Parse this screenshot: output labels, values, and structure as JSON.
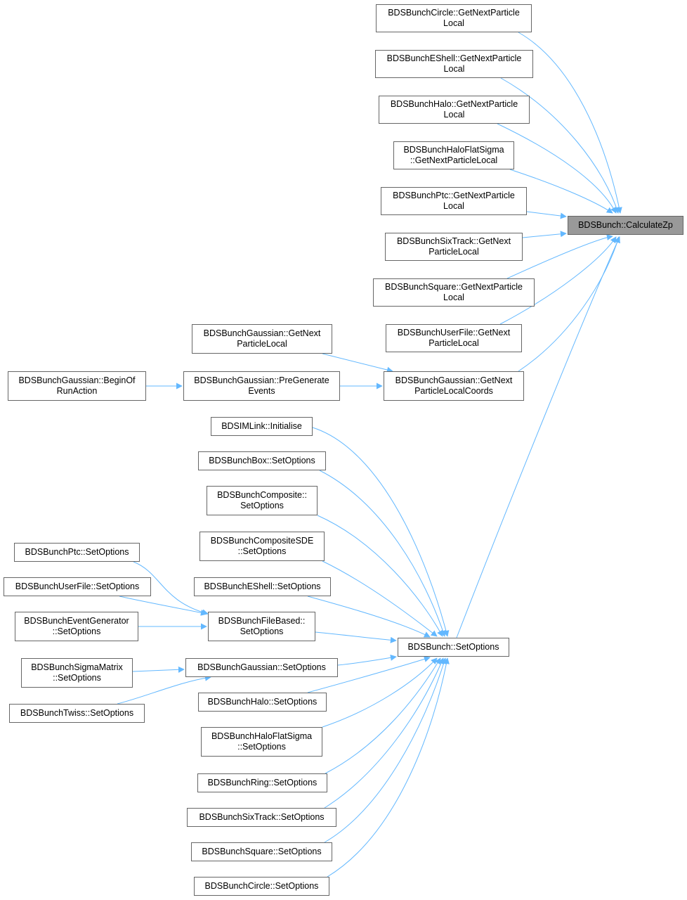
{
  "colors": {
    "edge": "#63b8ff",
    "border": "#666666",
    "focus_fill": "#999999"
  },
  "nodes": [
    {
      "id": "calczp",
      "lines": [
        "BDSBunch::CalculateZp"
      ],
      "focus": true
    },
    {
      "id": "circle_gnpl",
      "lines": [
        "BDSBunchCircle::GetNextParticle",
        "Local"
      ]
    },
    {
      "id": "eshell_gnpl",
      "lines": [
        "BDSBunchEShell::GetNextParticle",
        "Local"
      ]
    },
    {
      "id": "halo_gnpl",
      "lines": [
        "BDSBunchHalo::GetNextParticle",
        "Local"
      ]
    },
    {
      "id": "haloflat_gnpl",
      "lines": [
        "BDSBunchHaloFlatSigma",
        "::GetNextParticleLocal"
      ]
    },
    {
      "id": "ptc_gnpl",
      "lines": [
        "BDSBunchPtc::GetNextParticle",
        "Local"
      ]
    },
    {
      "id": "sixtrack_gnpl",
      "lines": [
        "BDSBunchSixTrack::GetNext",
        "ParticleLocal"
      ]
    },
    {
      "id": "square_gnpl",
      "lines": [
        "BDSBunchSquare::GetNextParticle",
        "Local"
      ]
    },
    {
      "id": "userfile_gnpl",
      "lines": [
        "BDSBunchUserFile::GetNext",
        "ParticleLocal"
      ]
    },
    {
      "id": "gauss_gnplc",
      "lines": [
        "BDSBunchGaussian::GetNext",
        "ParticleLocalCoords"
      ]
    },
    {
      "id": "gauss_gnpl",
      "lines": [
        "BDSBunchGaussian::GetNext",
        "ParticleLocal"
      ]
    },
    {
      "id": "gauss_pregen",
      "lines": [
        "BDSBunchGaussian::PreGenerate",
        "Events"
      ]
    },
    {
      "id": "gauss_beginrun",
      "lines": [
        "BDSBunchGaussian::BeginOf",
        "RunAction"
      ]
    },
    {
      "id": "setoptions",
      "lines": [
        "BDSBunch::SetOptions"
      ]
    },
    {
      "id": "simlink_init",
      "lines": [
        "BDSIMLink::Initialise"
      ]
    },
    {
      "id": "box_so",
      "lines": [
        "BDSBunchBox::SetOptions"
      ]
    },
    {
      "id": "composite_so",
      "lines": [
        "BDSBunchComposite::",
        "SetOptions"
      ]
    },
    {
      "id": "compositesde_so",
      "lines": [
        "BDSBunchCompositeSDE",
        "::SetOptions"
      ]
    },
    {
      "id": "eshell_so",
      "lines": [
        "BDSBunchEShell::SetOptions"
      ]
    },
    {
      "id": "filebased_so",
      "lines": [
        "BDSBunchFileBased::",
        "SetOptions"
      ]
    },
    {
      "id": "ptc_so",
      "lines": [
        "BDSBunchPtc::SetOptions"
      ]
    },
    {
      "id": "userfile_so",
      "lines": [
        "BDSBunchUserFile::SetOptions"
      ]
    },
    {
      "id": "eventgen_so",
      "lines": [
        "BDSBunchEventGenerator",
        "::SetOptions"
      ]
    },
    {
      "id": "gauss_so",
      "lines": [
        "BDSBunchGaussian::SetOptions"
      ]
    },
    {
      "id": "sigmamatrix_so",
      "lines": [
        "BDSBunchSigmaMatrix",
        "::SetOptions"
      ]
    },
    {
      "id": "twiss_so",
      "lines": [
        "BDSBunchTwiss::SetOptions"
      ]
    },
    {
      "id": "halo_so",
      "lines": [
        "BDSBunchHalo::SetOptions"
      ]
    },
    {
      "id": "haloflat_so",
      "lines": [
        "BDSBunchHaloFlatSigma",
        "::SetOptions"
      ]
    },
    {
      "id": "ring_so",
      "lines": [
        "BDSBunchRing::SetOptions"
      ]
    },
    {
      "id": "sixtrack_so",
      "lines": [
        "BDSBunchSixTrack::SetOptions"
      ]
    },
    {
      "id": "square_so",
      "lines": [
        "BDSBunchSquare::SetOptions"
      ]
    },
    {
      "id": "circle_so",
      "lines": [
        "BDSBunchCircle::SetOptions"
      ]
    }
  ],
  "edges": [
    {
      "from": "circle_gnpl",
      "to": "calczp"
    },
    {
      "from": "eshell_gnpl",
      "to": "calczp"
    },
    {
      "from": "halo_gnpl",
      "to": "calczp"
    },
    {
      "from": "haloflat_gnpl",
      "to": "calczp"
    },
    {
      "from": "ptc_gnpl",
      "to": "calczp"
    },
    {
      "from": "sixtrack_gnpl",
      "to": "calczp"
    },
    {
      "from": "square_gnpl",
      "to": "calczp"
    },
    {
      "from": "userfile_gnpl",
      "to": "calczp"
    },
    {
      "from": "gauss_gnplc",
      "to": "calczp"
    },
    {
      "from": "setoptions",
      "to": "calczp"
    },
    {
      "from": "gauss_gnpl",
      "to": "gauss_gnplc"
    },
    {
      "from": "gauss_pregen",
      "to": "gauss_gnplc"
    },
    {
      "from": "gauss_beginrun",
      "to": "gauss_pregen"
    },
    {
      "from": "simlink_init",
      "to": "setoptions"
    },
    {
      "from": "box_so",
      "to": "setoptions"
    },
    {
      "from": "composite_so",
      "to": "setoptions"
    },
    {
      "from": "compositesde_so",
      "to": "setoptions"
    },
    {
      "from": "eshell_so",
      "to": "setoptions"
    },
    {
      "from": "filebased_so",
      "to": "setoptions"
    },
    {
      "from": "gauss_so",
      "to": "setoptions"
    },
    {
      "from": "halo_so",
      "to": "setoptions"
    },
    {
      "from": "haloflat_so",
      "to": "setoptions"
    },
    {
      "from": "ring_so",
      "to": "setoptions"
    },
    {
      "from": "sixtrack_so",
      "to": "setoptions"
    },
    {
      "from": "square_so",
      "to": "setoptions"
    },
    {
      "from": "circle_so",
      "to": "setoptions"
    },
    {
      "from": "ptc_so",
      "to": "filebased_so"
    },
    {
      "from": "userfile_so",
      "to": "filebased_so"
    },
    {
      "from": "eventgen_so",
      "to": "filebased_so"
    },
    {
      "from": "sigmamatrix_so",
      "to": "gauss_so"
    },
    {
      "from": "twiss_so",
      "to": "gauss_so"
    }
  ]
}
